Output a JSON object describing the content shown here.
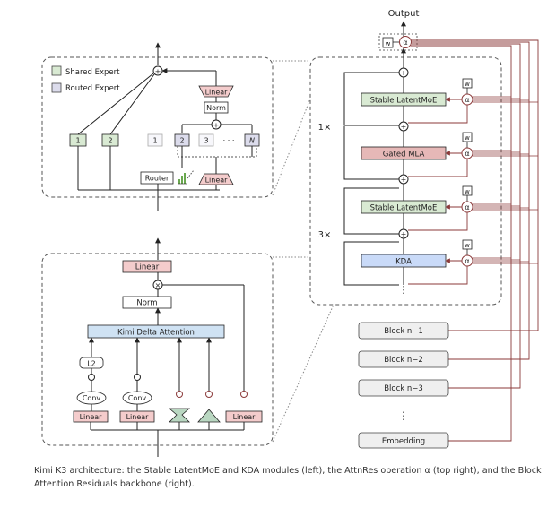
{
  "output_label": "Output",
  "moe_panel": {
    "legend_shared": "Shared Expert",
    "legend_routed": "Routed Expert",
    "top_linear": "Linear",
    "norm": "Norm",
    "shared_experts": [
      "1",
      "2"
    ],
    "routed_experts": [
      "1",
      "2",
      "3",
      "N"
    ],
    "ellipsis": "· · ·",
    "router": "Router",
    "bottom_linear": "Linear"
  },
  "kda_panel": {
    "top_linear": "Linear",
    "norm": "Norm",
    "attention": "Kimi Delta Attention",
    "l2": "L2",
    "conv": "Conv",
    "linear": "Linear"
  },
  "backbone": {
    "blocks_top": [
      "Stable LatentMoE",
      "Gated MLA",
      "Stable LatentMoE",
      "KDA"
    ],
    "repeat_1": "1×",
    "repeat_3": "3×",
    "w_label": "w",
    "alpha": "α",
    "vdots": "⋮",
    "history_blocks": [
      "Block n−1",
      "Block n−2",
      "Block n−3"
    ],
    "embedding": "Embedding"
  },
  "caption": "Kimi K3 architecture: the Stable LatentMoE and KDA modules (left), the AttnRes operation α (top right), and the Block Attention Residuals backbone (right).",
  "colors": {
    "shared_expert": "#d9ead3",
    "routed_expert": "#dcdcec",
    "linear": "#f4cccc",
    "attention": "#cfe2f3",
    "gated_mla": "#e6b8b7",
    "kda": "#c9daf8",
    "residual_line": "#8b3a3a"
  }
}
